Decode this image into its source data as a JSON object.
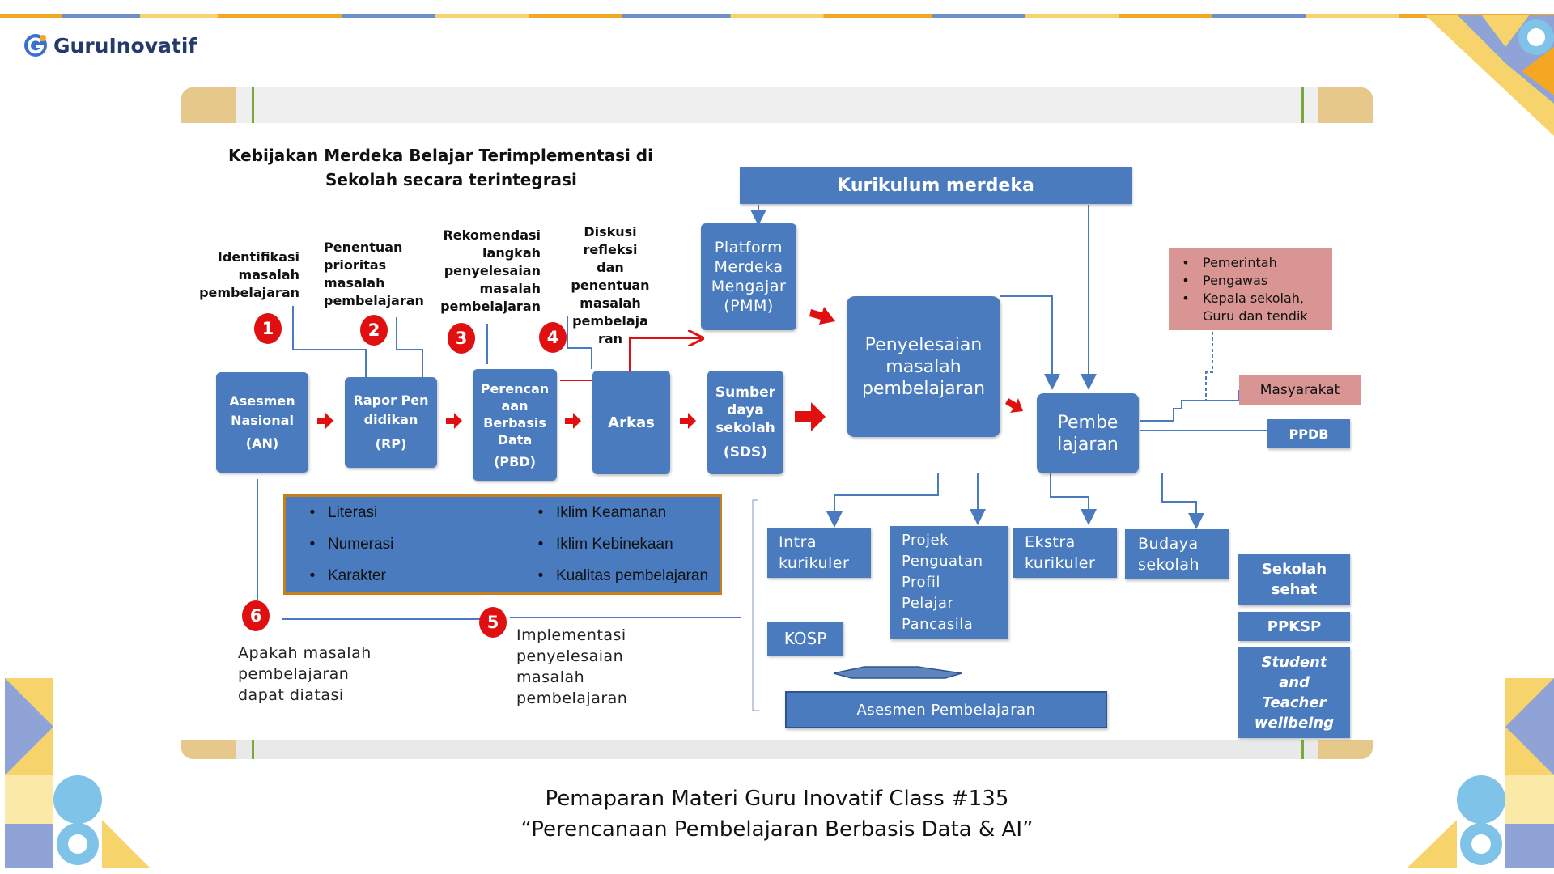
{
  "brand": {
    "name": "GuruInovatif"
  },
  "slide": {
    "title_line1": "Kebijakan Merdeka Belajar Terimplementasi di",
    "title_line2": "Sekolah secara terintegrasi",
    "banner": "Kurikulum merdeka",
    "step_labels": {
      "1": [
        "Identifikasi",
        "masalah",
        "pembelajaran"
      ],
      "2": [
        "Penentuan",
        "prioritas",
        "masalah",
        "pembelajaran"
      ],
      "3": [
        "Rekomendasi",
        "langkah",
        "penyelesaian",
        "masalah",
        "pembelajaran"
      ],
      "4": [
        "Diskusi",
        "refleksi",
        "dan",
        "penentuan",
        "masalah",
        "pembelaja",
        "ran"
      ]
    },
    "numbers": [
      "1",
      "2",
      "3",
      "4",
      "5",
      "6"
    ],
    "boxes": {
      "an": [
        "Asesmen",
        "Nasional",
        "(AN)"
      ],
      "rp": [
        "Rapor Pen",
        "didikan",
        "(RP)"
      ],
      "pbd": [
        "Perencan",
        "aan",
        "Berbasis",
        "Data",
        "(PBD)"
      ],
      "arkas": "Arkas",
      "sds": [
        "Sumber",
        "daya",
        "sekolah",
        "(SDS)"
      ],
      "pmm": [
        "Platform",
        "Merdeka",
        "Mengajar",
        "(PMM)"
      ],
      "penyelesaian": [
        "Penyelesaian",
        "masalah",
        "pembelajaran"
      ],
      "pembelajaran": [
        "Pembe",
        "lajaran"
      ],
      "intra": [
        "Intra",
        "kurikuler"
      ],
      "projek": [
        "Projek",
        "Penguatan",
        "Profil",
        "Pelajar",
        "Pancasila"
      ],
      "ekstra": [
        "Ekstra",
        "kurikuler"
      ],
      "budaya": [
        "Budaya",
        "sekolah"
      ],
      "kosp": "KOSP",
      "asesmen_pembelajaran": "Asesmen Pembelajaran",
      "ppdb": "PPDB",
      "masyarakat": "Masyarakat",
      "sekolah_sehat": [
        "Sekolah",
        "sehat"
      ],
      "ppksp": "PPKSP",
      "wellbeing": [
        "Student",
        "and",
        "Teacher",
        "wellbeing"
      ]
    },
    "stakeholders": [
      "Pemerintah",
      "Pengawas",
      "Kepala sekolah,",
      "Guru dan tendik"
    ],
    "indicators_left": [
      "Literasi",
      "Numerasi",
      "Karakter"
    ],
    "indicators_right": [
      "Iklim Keamanan",
      "Iklim Kebinekaan",
      "Kualitas pembelajaran"
    ],
    "step5_text": [
      "Implementasi",
      "penyelesaian",
      "masalah",
      "pembelajaran"
    ],
    "step6_text": [
      "Apakah masalah",
      "pembelajaran",
      "dapat diatasi"
    ]
  },
  "caption": {
    "line1": "Pemaparan Materi Guru Inovatif Class #135",
    "line2": "“Perencanaan Pembelajaran Berbasis Data & AI”"
  },
  "colors": {
    "box_blue": "#4a7bbf",
    "number_red": "#e01010",
    "pink": "#d99594",
    "accent_orange": "#c77f1e"
  }
}
